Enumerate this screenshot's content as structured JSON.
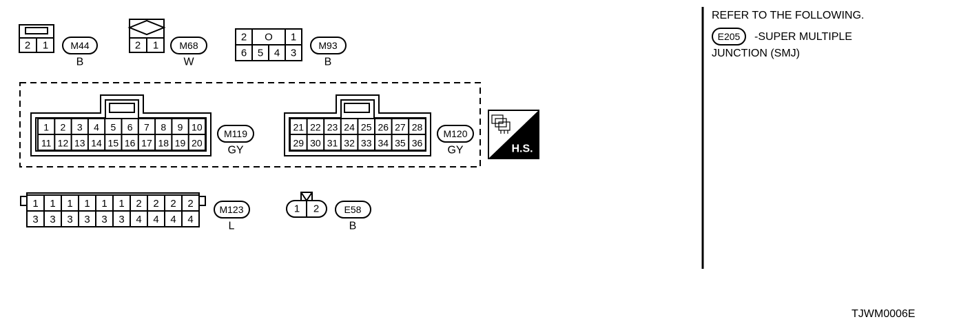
{
  "connectors": {
    "m44": {
      "pins": [
        "2",
        "1"
      ],
      "id": "M44",
      "color": "B"
    },
    "m68": {
      "pins": [
        "2",
        "1"
      ],
      "id": "M68",
      "color": "W"
    },
    "m93": {
      "top": [
        "2",
        "O",
        "1"
      ],
      "bottom": [
        "6",
        "5",
        "4",
        "3"
      ],
      "id": "M93",
      "color": "B"
    },
    "m119": {
      "top": [
        "1",
        "2",
        "3",
        "4",
        "5",
        "6",
        "7",
        "8",
        "9",
        "10"
      ],
      "bottom": [
        "11",
        "12",
        "13",
        "14",
        "15",
        "16",
        "17",
        "18",
        "19",
        "20"
      ],
      "id": "M119",
      "color": "GY"
    },
    "m120": {
      "top": [
        "21",
        "22",
        "23",
        "24",
        "25",
        "26",
        "27",
        "28"
      ],
      "bottom": [
        "29",
        "30",
        "31",
        "32",
        "33",
        "34",
        "35",
        "36"
      ],
      "id": "M120",
      "color": "GY"
    },
    "m123": {
      "top": [
        "1",
        "1",
        "1",
        "1",
        "1",
        "1",
        "2",
        "2",
        "2",
        "2"
      ],
      "bottom": [
        "3",
        "3",
        "3",
        "3",
        "3",
        "3",
        "4",
        "4",
        "4",
        "4"
      ],
      "id": "M123",
      "color": "L"
    },
    "e58": {
      "pins": [
        "1",
        "2"
      ],
      "id": "E58",
      "color": "B"
    }
  },
  "hs_badge": {
    "label": "H.S."
  },
  "note": {
    "line1": "REFER TO THE FOLLOWING.",
    "ref_id": "E205",
    "line2": "-SUPER MULTIPLE",
    "line3": "JUNCTION (SMJ)"
  },
  "figure_code": "TJWM0006E"
}
